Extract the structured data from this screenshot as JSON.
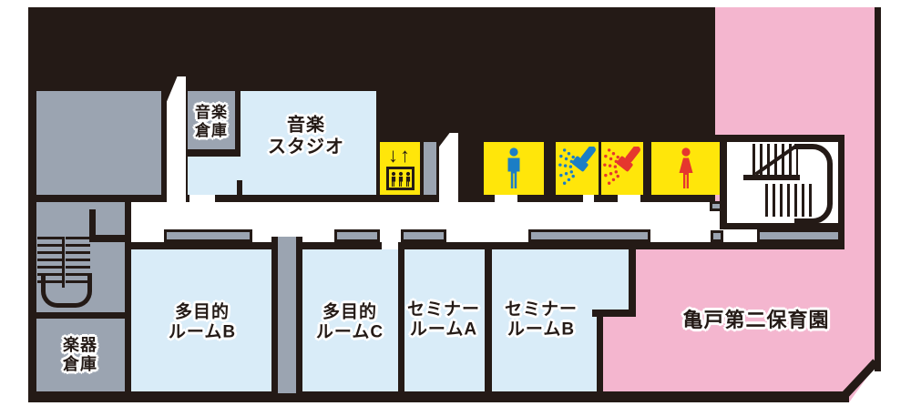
{
  "floor_map": {
    "rooms": {
      "music_storage": {
        "label": "音楽\n倉庫"
      },
      "music_studio": {
        "label": "音楽\nスタジオ"
      },
      "multipurpose_b": {
        "label": "多目的\nルームB"
      },
      "multipurpose_c": {
        "label": "多目的\nルームC"
      },
      "seminar_a": {
        "label": "セミナー\nルームA"
      },
      "seminar_b": {
        "label": "セミナー\nルームB"
      },
      "instrument_storage": {
        "label": "楽器\n倉庫"
      },
      "nursery": {
        "label": "亀戸第二保育園"
      }
    },
    "facilities": {
      "elevator": {
        "icon": "elevator-icon",
        "arrows": "↓↑"
      },
      "mens_toilet": {
        "icon": "mens-toilet-icon"
      },
      "mens_shower": {
        "icon": "shower-icon-blue"
      },
      "womens_shower": {
        "icon": "shower-icon-red"
      },
      "womens_toilet": {
        "icon": "womens-toilet-icon"
      },
      "stairs_left": {
        "icon": "stairs-icon"
      },
      "stairs_right": {
        "icon": "stairs-icon"
      }
    },
    "colors": {
      "wall": "#241a16",
      "room_blue": "#d9ecf8",
      "room_gray": "#9ba4b1",
      "area_pink": "#f4b6cf",
      "facility_yellow": "#ffe60a",
      "icon_blue": "#1b7ec5",
      "icon_red": "#e5372e"
    }
  }
}
